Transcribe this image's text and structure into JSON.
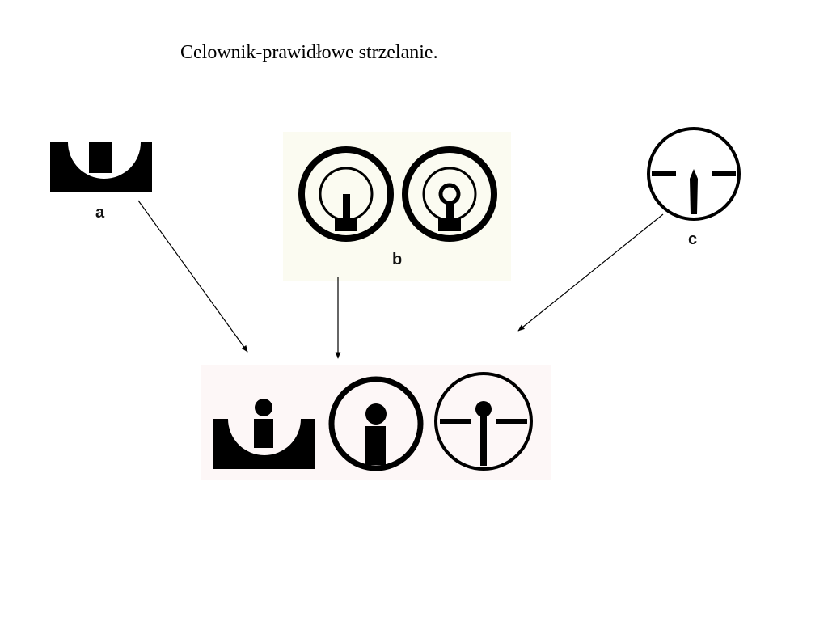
{
  "title": "Celownik-prawidłowe strzelanie.",
  "labels": {
    "a": "a",
    "b": "b",
    "c": "c"
  },
  "colors": {
    "ink": "#000000",
    "panel_b": "#fbfbf1",
    "panel_bottom": "#fdf7f7"
  }
}
